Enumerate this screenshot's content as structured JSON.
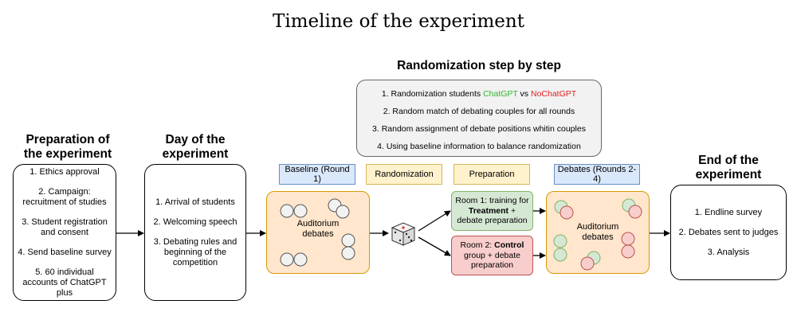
{
  "title": "Timeline of the experiment",
  "randomization_heading": "Randomization step by step",
  "randomization_steps": {
    "s1_prefix": "1. Randomization students ",
    "s1_chatgpt": "ChatGPT",
    "s1_vs": " vs ",
    "s1_nochatgpt": "NoChatGPT",
    "s2": "2. Random match of debating couples for all rounds",
    "s3": "3. Random assignment of debate positions whitin couples",
    "s4": "4. Using baseline information to balance randomization"
  },
  "preparation": {
    "heading_line1": "Preparation of",
    "heading_line2": "the experiment",
    "items": [
      "1. Ethics approval",
      "2. Campaign: recruitment of studies",
      "3. Student registration and consent",
      "4. Send baseline survey",
      "5. 60 individual accounts of ChatGPT plus"
    ]
  },
  "day": {
    "heading_line1": "Day of the",
    "heading_line2": "experiment",
    "items": [
      "1. Arrival of students",
      "2. Welcoming speech",
      "3. Debating rules and beginning of the competition"
    ]
  },
  "phase_tags": {
    "baseline": "Baseline (Round 1)",
    "randomization": "Randomization",
    "preparation": "Preparation",
    "debates": "Debates (Rounds 2-4)"
  },
  "auditorium_label": "Auditorium debates",
  "room1": {
    "prefix": "Room 1: training for ",
    "bold": "Treatment",
    "suffix": " + debate preparation"
  },
  "room2": {
    "prefix": "Room 2: ",
    "bold": "Control",
    "suffix": " group + debate preparation"
  },
  "end": {
    "heading_line1": "End of the",
    "heading_line2": "experiment",
    "items": [
      "1. Endline survey",
      "2. Debates sent to judges",
      "3. Analysis"
    ]
  },
  "colors": {
    "chatgpt": "#2eb82e",
    "nochatgpt": "#e02020",
    "orange_fill": "#ffe6cc",
    "green_fill": "#d5e8d4",
    "red_fill": "#f8cecc",
    "blue_tag": "#dae8fc",
    "yellow_tag": "#fff2cc"
  },
  "icons": {
    "dice": "dice-icon"
  }
}
